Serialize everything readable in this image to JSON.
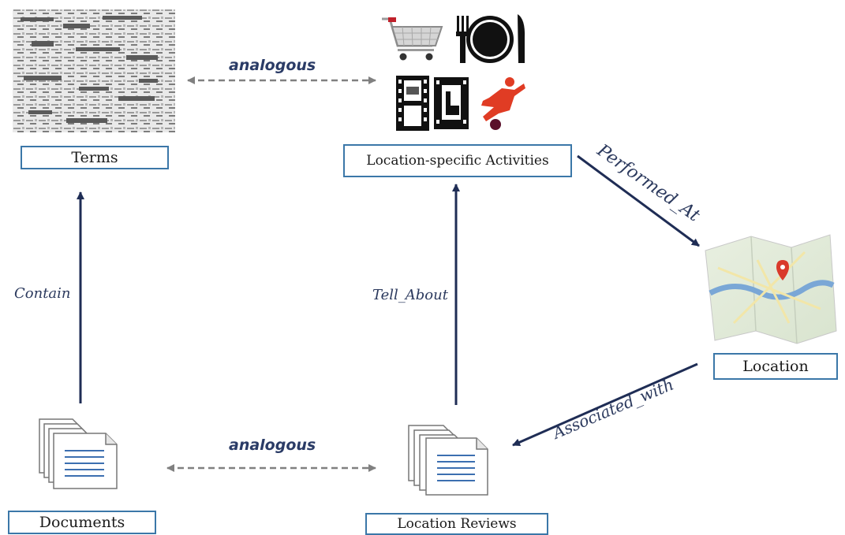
{
  "nodes": {
    "terms": "Terms",
    "activities": "Location-specific Activities",
    "location": "Location",
    "documents": "Documents",
    "reviews": "Location Reviews"
  },
  "edges": {
    "analogous_top": "analogous",
    "analogous_bottom": "analogous",
    "contain": "Contain",
    "tell_about": "Tell_About",
    "performed_at": "Performed_At",
    "associated_with": "Associated_with"
  },
  "icons": [
    "word-cloud-image",
    "shopping-cart-icon",
    "fork-plate-knife-icon",
    "film-strip-icon",
    "cinema-seat-icon",
    "soccer-player-icon",
    "map-pin-icon",
    "document-stack-icon"
  ],
  "colors": {
    "box_border": "#3b77a8",
    "arrow": "#1f2d55",
    "dashed_arrow": "#808080"
  }
}
